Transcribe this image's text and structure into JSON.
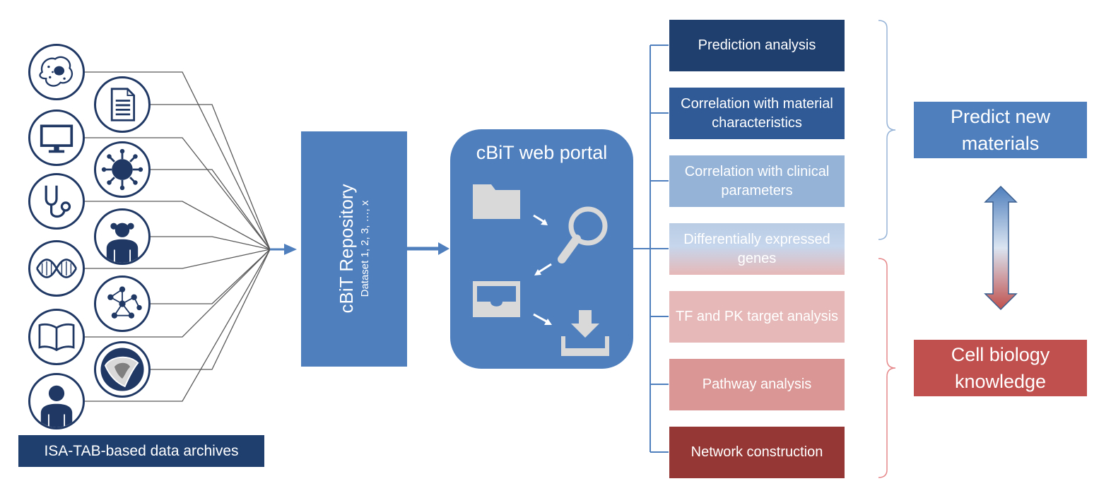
{
  "sources": {
    "label": "ISA-TAB-based data archives",
    "icons": [
      {
        "name": "cell-icon"
      },
      {
        "name": "document-icon"
      },
      {
        "name": "monitor-icon"
      },
      {
        "name": "virus-icon"
      },
      {
        "name": "stethoscope-icon"
      },
      {
        "name": "patient-icon"
      },
      {
        "name": "dna-icon"
      },
      {
        "name": "network-icon"
      },
      {
        "name": "book-icon"
      },
      {
        "name": "tissue-icon"
      },
      {
        "name": "person-icon"
      }
    ]
  },
  "repository": {
    "title": "cBiT Repository",
    "subtitle": "Dataset 1, 2, 3, …, x"
  },
  "portal": {
    "title": "cBiT web portal",
    "icons": [
      "folder-icon",
      "magnifier-icon",
      "inbox-icon",
      "download-icon"
    ]
  },
  "analyses": [
    {
      "label": "Prediction analysis",
      "color": "#1f3f6e"
    },
    {
      "label": "Correlation with material characteristics",
      "color": "#2f5a95"
    },
    {
      "label": "Correlation with clinical parameters",
      "color": "#95b3d7"
    },
    {
      "label": "Differentially expressed genes",
      "color_top": "#b8cce4",
      "color_bottom": "#e6b8b7"
    },
    {
      "label": "TF and PK target analysis",
      "color": "#e6b8b7"
    },
    {
      "label": "Pathway analysis",
      "color": "#d99694"
    },
    {
      "label": "Network construction",
      "color": "#953735"
    }
  ],
  "outcomes": {
    "top": {
      "label": "Predict new materials",
      "color": "#4f7fbd"
    },
    "bottom": {
      "label": "Cell biology knowledge",
      "color": "#c0504d"
    }
  },
  "colors": {
    "navy": "#1f3864",
    "blue": "#4f7fbd",
    "line": "#595959",
    "bracket_blue": "#95b3d7",
    "bracket_red": "#e6878a"
  }
}
